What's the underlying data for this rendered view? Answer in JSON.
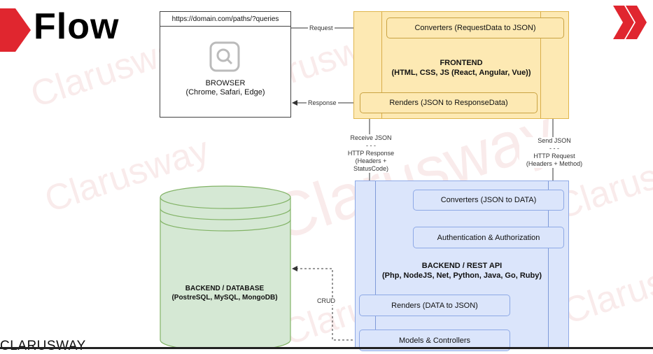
{
  "slide": {
    "title": "Flow",
    "footer_brand": "CLARUSWAY",
    "watermark": "Clarusway"
  },
  "browser": {
    "url": "https://domain.com/paths/?queries",
    "label_line1": "BROWSER",
    "label_line2": "(Chrome, Safari, Edge)",
    "icon": "search-icon"
  },
  "frontend": {
    "title_line1": "FRONTEND",
    "title_line2": "(HTML, CSS, JS (React, Angular, Vue))",
    "converters": "Converters (RequestData to JSON)",
    "renders": "Renders (JSON to ResponseData)"
  },
  "backend": {
    "title_line1": "BACKEND / REST API",
    "title_line2": "(Php, NodeJS, Net, Python, Java, Go, Ruby)",
    "converters": "Converters (JSON to DATA)",
    "auth": "Authentication & Authorization",
    "renders": "Renders (DATA to JSON)",
    "models": "Models & Controllers"
  },
  "database": {
    "label_line1": "BACKEND / DATABASE",
    "label_line2": "(PostreSQL, MySQL, MongoDB)"
  },
  "edges": {
    "request": "Request",
    "response": "Response",
    "receive_json": "Receive JSON",
    "receive_sep": "- - -",
    "http_response": "HTTP Response",
    "http_response_detail": "(Headers + StatusCode)",
    "send_json": "Send JSON",
    "send_sep": "- - -",
    "http_request": "HTTP Request",
    "http_request_detail": "(Headers + Method)",
    "crud": "CRUD"
  },
  "colors": {
    "frontend_fill": "#fde9b3",
    "backend_fill": "#dbe5fb",
    "database_fill": "#d5e8d4",
    "brand_red": "#e0262f"
  }
}
